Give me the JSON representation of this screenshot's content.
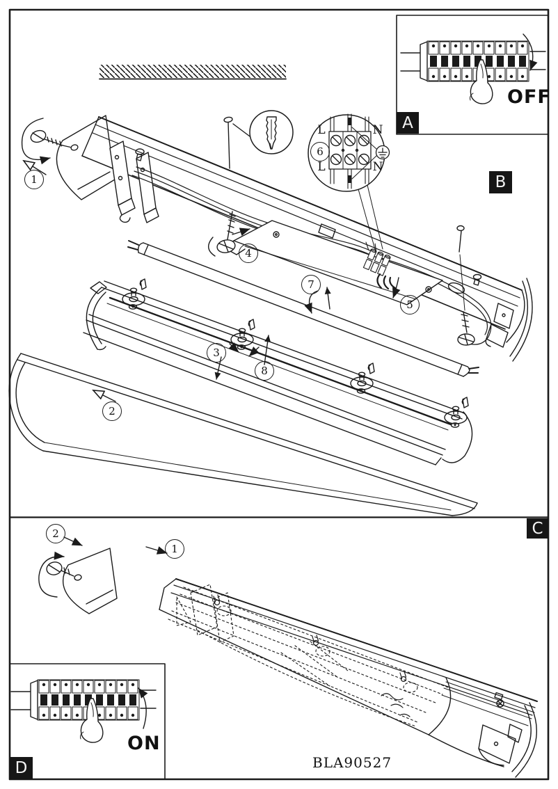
{
  "diagram": {
    "code": "BLA90527",
    "section_labels": {
      "top": "B",
      "bottom": "C"
    },
    "insets": {
      "off": {
        "label": "A",
        "state": "OFF"
      },
      "on": {
        "label": "D",
        "state": "ON"
      }
    },
    "steps": {
      "1": "1",
      "2": "2",
      "3": "3",
      "4": "4",
      "5": "5",
      "6": "6",
      "7": "7",
      "8": "8"
    },
    "terminal_block": {
      "step": "6",
      "labels": {
        "top_left": "L",
        "top_right": "N",
        "bottom_left": "L",
        "bottom_right": "N"
      }
    },
    "colors": {
      "ink": "#1b1b1b",
      "paper": "#ffffff"
    }
  }
}
